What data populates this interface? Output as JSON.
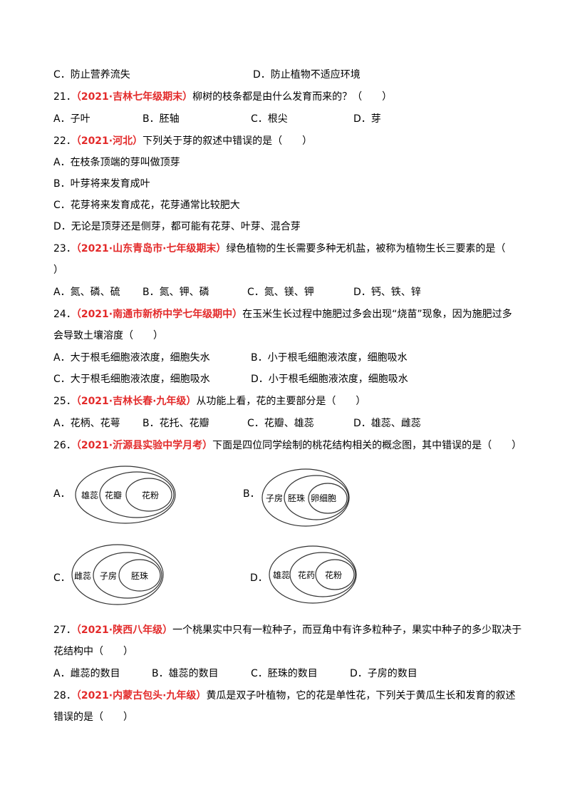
{
  "q20_options": {
    "C": "C．防止营养流失",
    "D": "D．防止植物不适应环境"
  },
  "q21": {
    "num": "21．",
    "source": "（2021·吉林七年级期末）",
    "stem": "柳树的枝条都是由什么发育而来的？（　　）",
    "options": [
      "A．子叶",
      "B．胚轴",
      "C．根尖",
      "D．芽"
    ]
  },
  "q22": {
    "num": "22．",
    "source": "（2021·河北）",
    "stem": "下列关于芽的叙述中错误的是（　　）",
    "options": [
      "A．在枝条顶端的芽叫做顶芽",
      "B．叶芽将来发育成叶",
      "C．花芽将来发育成花，花芽通常比较肥大",
      "D．无论是顶芽还是侧芽，都可能有花芽、叶芽、混合芽"
    ]
  },
  "q23": {
    "num": "23．",
    "source": "（2021·山东青岛市·七年级期末）",
    "stem": "绿色植物的生长需要多种无机盐，被称为植物生长三要素的是（",
    "stem_end": "）",
    "options": [
      "A．氮、磷、硫",
      "B．氮、钾、磷",
      "C．氮、镁、钾",
      "D．钙、铁、锌"
    ]
  },
  "q24": {
    "num": "24．",
    "source": "（2021·南通市新桥中学七年级期中）",
    "stem": "在玉米生长过程中施肥过多会出现“烧苗”现象，因为施肥过多",
    "stem2": "会导致土壤溶度（　　）",
    "options": [
      "A．大于根毛细胞液浓度，细胞失水",
      "B．小于根毛细胞液浓度，细胞吸水",
      "C．大于根毛细胞液浓度，细胞吸水",
      "D．小于根毛细胞液浓度，细胞吸水"
    ]
  },
  "q25": {
    "num": "25．",
    "source": "（2021·吉林长春·九年级）",
    "stem": "从功能上看，花的主要部分是（　　）",
    "options": [
      "A．花柄、花萼",
      "B．花托、花瓣",
      "C．花瓣、雄蕊",
      "D．雄蕊、雌蕊"
    ]
  },
  "q26": {
    "num": "26．",
    "source": "（2021·沂源县实验中学月考）",
    "stem": "下面是四位同学绘制的桃花结构相关的概念图，其中错误的是（　　）",
    "diagrams": [
      {
        "letter": "A．",
        "labels": [
          "雄蕊",
          "花瓣",
          "花粉"
        ]
      },
      {
        "letter": "B．",
        "labels": [
          "子房",
          "胚珠",
          "卵细胞"
        ]
      },
      {
        "letter": "C．",
        "labels": [
          "雌蕊",
          "子房",
          "胚珠"
        ]
      },
      {
        "letter": "D．",
        "labels": [
          "雄蕊",
          "花药",
          "花粉"
        ]
      }
    ]
  },
  "q27": {
    "num": "27．",
    "source": "（2021·陕西八年级）",
    "stem": "一个桃果实中只有一粒种子，而豆角中有许多粒种子，果实中种子的多少取决于",
    "stem2": "花结构中（　　）",
    "options": [
      "A．雌蕊的数目",
      "B．雄蕊的数目",
      "C．胚珠的数目",
      "D．子房的数目"
    ]
  },
  "q28": {
    "num": "28．",
    "source": "（2021·内蒙古包头·九年级）",
    "stem": "黄瓜是双子叶植物，它的花是单性花，下列关于黄瓜生长和发育的叙述",
    "stem2": "错误的是（　　）"
  }
}
